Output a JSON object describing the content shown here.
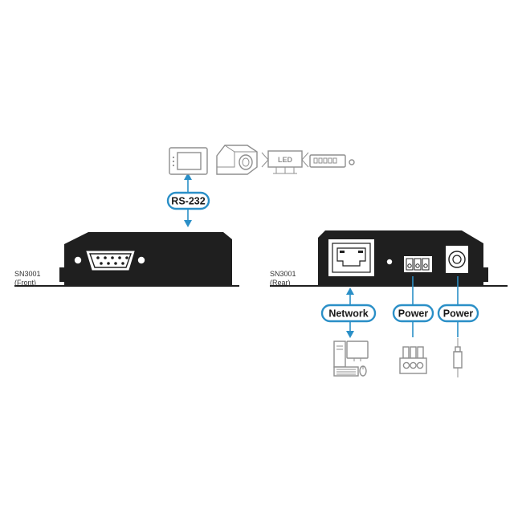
{
  "labels": {
    "rs232": "RS-232",
    "network": "Network",
    "power_terminal": "Power",
    "power_dc": "Power"
  },
  "devices": {
    "front": {
      "model": "SN3001",
      "view": "(Front)"
    },
    "rear": {
      "model": "SN3001",
      "view": "(Rear)"
    }
  },
  "serial_devices": {
    "led_sign_text": "LED"
  },
  "icons": [
    "touch-panel-icon",
    "projector-icon",
    "led-sign-icon",
    "switch-icon",
    "computer-icon",
    "terminal-block-power-icon",
    "dc-power-plug-icon"
  ],
  "colors": {
    "accent": "#2a8fc7",
    "device_body": "#1f1f1f",
    "icon_grey": "#8f8f8f"
  }
}
